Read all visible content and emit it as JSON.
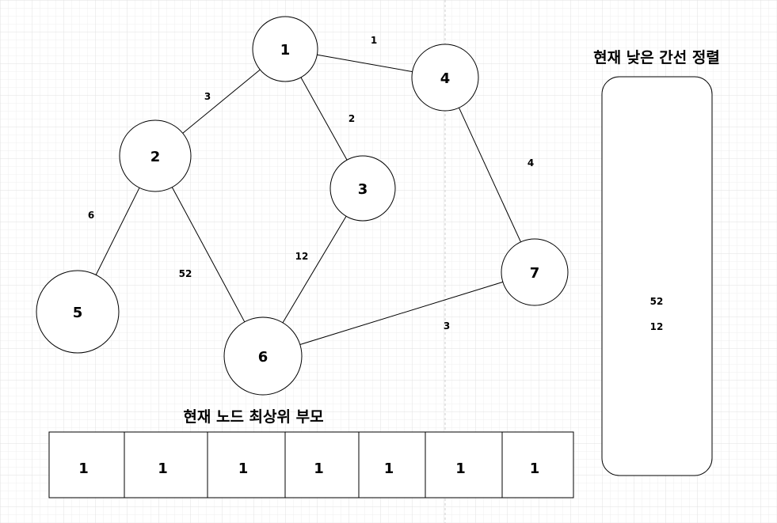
{
  "graph": {
    "nodes": [
      {
        "id": "1",
        "label": "1"
      },
      {
        "id": "2",
        "label": "2"
      },
      {
        "id": "3",
        "label": "3"
      },
      {
        "id": "4",
        "label": "4"
      },
      {
        "id": "5",
        "label": "5"
      },
      {
        "id": "6",
        "label": "6"
      },
      {
        "id": "7",
        "label": "7"
      }
    ],
    "edges": [
      {
        "from": "1",
        "to": "4",
        "weight": "1"
      },
      {
        "from": "1",
        "to": "2",
        "weight": "3"
      },
      {
        "from": "1",
        "to": "3",
        "weight": "2"
      },
      {
        "from": "4",
        "to": "7",
        "weight": "4"
      },
      {
        "from": "2",
        "to": "5",
        "weight": "6"
      },
      {
        "from": "2",
        "to": "6",
        "weight": "52"
      },
      {
        "from": "3",
        "to": "6",
        "weight": "12"
      },
      {
        "from": "6",
        "to": "7",
        "weight": "3"
      }
    ]
  },
  "parent_array": {
    "title": "현재 노드 최상위 부모",
    "values": [
      "1",
      "1",
      "1",
      "1",
      "1",
      "1",
      "1"
    ]
  },
  "sorted_edges": {
    "title": "현재 낮은 간선 정렬",
    "items": [
      "52",
      "12"
    ]
  }
}
